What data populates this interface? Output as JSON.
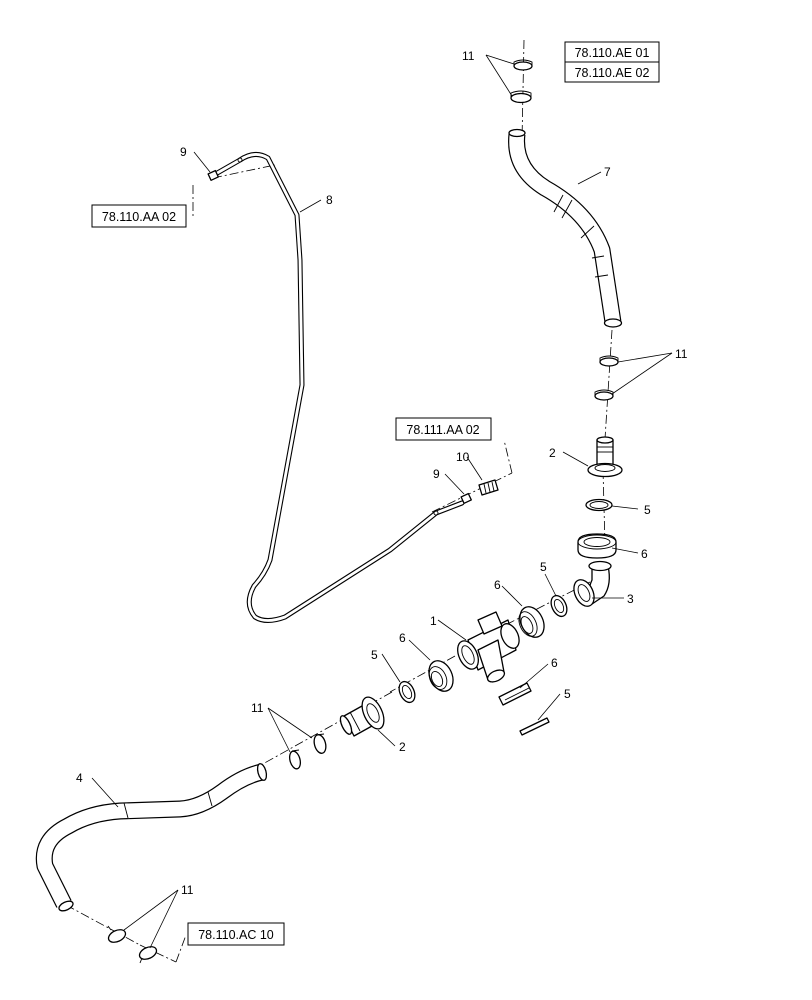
{
  "diagram": {
    "part_labels": {
      "p1": "1",
      "p2a": "2",
      "p2b": "2",
      "p3": "3",
      "p4": "4",
      "p5a": "5",
      "p5b": "5",
      "p5c": "5",
      "p5d": "5",
      "p6a": "6",
      "p6b": "6",
      "p6c": "6",
      "p6d": "6",
      "p7": "7",
      "p8": "8",
      "p9a": "9",
      "p9b": "9",
      "p10": "10",
      "p11a": "11",
      "p11b": "11",
      "p11c": "11",
      "p11d": "11"
    },
    "references": {
      "ae01": "78.110.AE 01",
      "ae02": "78.110.AE 02",
      "aa02": "78.110.AA 02",
      "aa111": "78.111.AA 02",
      "ac10": "78.110.AC 10"
    }
  }
}
